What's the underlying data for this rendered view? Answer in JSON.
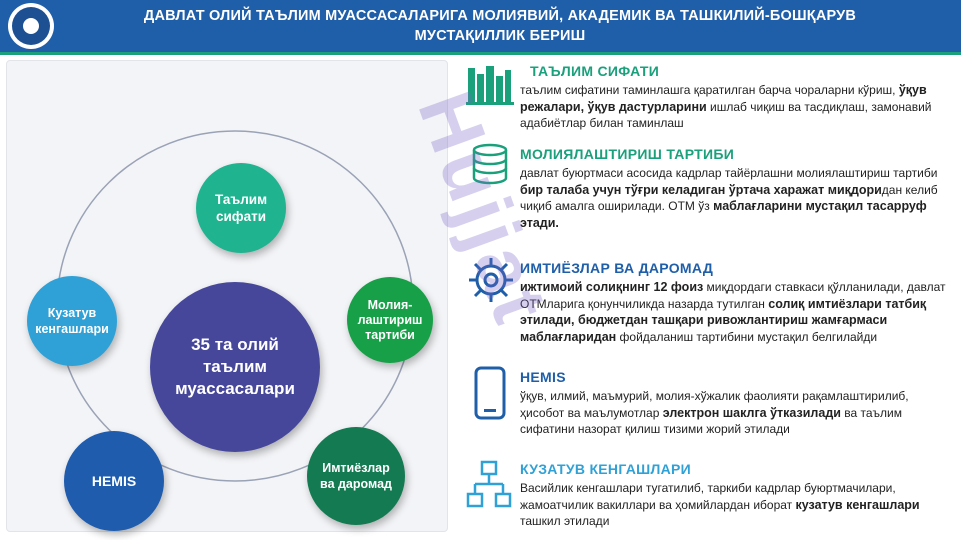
{
  "header": {
    "title_line1": "ДАВЛАТ ОЛИЙ ТАЪЛИМ МУАССАСАЛАРИГА МОЛИЯВИЙ, АКАДЕМИК ВА ТАШКИЛИЙ-БОШҚАРУВ",
    "title_line2": "МУСТАҚИЛЛИК БЕРИШ"
  },
  "diagram": {
    "center": "35 та олий\nтаълим\nмуассасалари",
    "nodes": [
      {
        "id": "sifat",
        "label": "Таълим\nсифати"
      },
      {
        "id": "kuzatuv",
        "label": "Кузатув\nкенгашлари"
      },
      {
        "id": "moliya",
        "label": "Молия-\nлаштириш\nтартиби"
      },
      {
        "id": "hemis",
        "label": "HEMIS"
      },
      {
        "id": "imtiyoz",
        "label": "Имтиёзлар\nва даромад"
      }
    ]
  },
  "sections": [
    {
      "title": "ТАЪЛИМ СИФАТИ",
      "icon": "books-icon",
      "parts": [
        {
          "t": "таълим сифатини таминлашга қаратилган барча чораларни кўриш, ",
          "b": false
        },
        {
          "t": "ўқув режалари, ўқув дастурларини",
          "b": true
        },
        {
          "t": " ишлаб чиқиш ва тасдиқлаш, замонавий адабиётлар билан таминлаш",
          "b": false
        }
      ]
    },
    {
      "title": "МОЛИЯЛАШТИРИШ ТАРТИБИ",
      "icon": "coins-icon",
      "parts": [
        {
          "t": "давлат буюртмаси асосида кадрлар тайёрлашни молиялаштириш тартиби ",
          "b": false
        },
        {
          "t": "бир талаба учун тўғри келадиган ўртача харажат миқдори",
          "b": true
        },
        {
          "t": "дан келиб чиқиб амалга оширилади. ОТМ ўз ",
          "b": false
        },
        {
          "t": "маблағларини мустақил тасарруф этади.",
          "b": true
        }
      ]
    },
    {
      "title": "ИМТИЁЗЛАР ВА ДАРОМАД",
      "icon": "gear-icon",
      "parts": [
        {
          "t": "ижтимоий солиқнинг 12 фоиз",
          "b": true
        },
        {
          "t": " миқдордаги ставкаси қўлланилади, давлат ОТМларига қонунчиликда назарда тутилган ",
          "b": false
        },
        {
          "t": "солиқ имтиёзлари татбиқ этилади, бюджетдан ташқари ривожлантириш жамғармаси маблағларидан",
          "b": true
        },
        {
          "t": " фойдаланиш тартибини мустақил белгилайди",
          "b": false
        }
      ]
    },
    {
      "title": "HEMIS",
      "icon": "phone-icon",
      "parts": [
        {
          "t": "ўқув, илмий, маъмурий, молия-хўжалик фаолияти рақамлаштирилиб, ҳисобот ва маълумотлар ",
          "b": false
        },
        {
          "t": "электрон шаклга ўтказилади",
          "b": true
        },
        {
          "t": " ва таълим сифатини назорат қилиш тизими жорий этилади",
          "b": false
        }
      ]
    },
    {
      "title": "КУЗАТУВ КЕНГАШЛАРИ",
      "icon": "org-chart-icon",
      "parts": [
        {
          "t": "Васийлик кенгашлари тугатилиб, таркиби кадрлар буюртмачилари, жамоатчилик вакиллари ва ҳомийлардан иборат ",
          "b": false
        },
        {
          "t": "кузатув кенгашлари",
          "b": true
        },
        {
          "t": " ташкил этилади",
          "b": false
        }
      ]
    }
  ],
  "watermark": "Hujjat"
}
